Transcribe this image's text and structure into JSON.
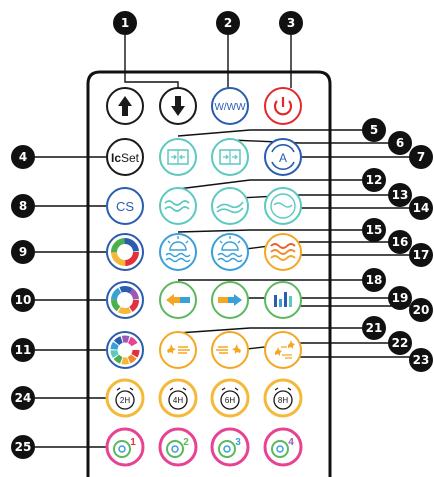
{
  "remote": {
    "callouts": [
      "1",
      "2",
      "3",
      "4",
      "5",
      "6",
      "7",
      "8",
      "9",
      "10",
      "11",
      "12",
      "13",
      "14",
      "15",
      "16",
      "17",
      "18",
      "19",
      "20",
      "21",
      "22",
      "23",
      "24",
      "25"
    ],
    "buttons": {
      "up": "↑",
      "down": "↓",
      "wwww": "W/WW",
      "icset_ic": "Ic",
      "icset_set": "Set",
      "auto": "A",
      "cs": "CS",
      "timer_2h": "2H",
      "timer_4h": "4H",
      "timer_6h": "6H",
      "timer_8h": "8H",
      "scene_1": "1",
      "scene_2": "2",
      "scene_3": "3",
      "scene_4": "4"
    },
    "colors": {
      "black": "#1a1a1a",
      "blue": "#2a5db0",
      "red": "#e22a2a",
      "teal": "#5cc9c0",
      "lightblue": "#3aa0d8",
      "orange": "#f5a623",
      "green": "#5cb85c",
      "yellow": "#f5b93a"
    }
  }
}
